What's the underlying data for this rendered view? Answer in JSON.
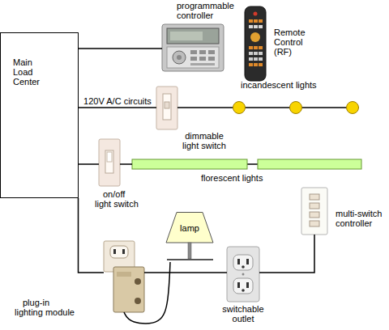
{
  "diagram": {
    "nodes": [
      {
        "text": [
          "Main Load Center"
        ]
      },
      {
        "text": [
          "programmable controller"
        ]
      },
      {
        "text": [
          "Remote Control (RF)"
        ]
      },
      {
        "text": [
          "dimmable light switch"
        ]
      },
      {
        "text": [
          "incandescent lights"
        ]
      },
      {
        "text": [
          "on/off light switch"
        ]
      },
      {
        "text": [
          "florescent lights"
        ]
      },
      {
        "text": [
          "multi-switch controller"
        ]
      },
      {
        "text": [
          "lamp"
        ]
      },
      {
        "text": [
          "switchable outlet"
        ]
      },
      {
        "text": [
          "plug-in lighting module"
        ]
      }
    ],
    "edges": [
      {
        "from": 0,
        "to": 1,
        "arrow": "none"
      },
      {
        "from": 0,
        "to": 3,
        "arrow": "none",
        "label": "120V A/C circuits"
      },
      {
        "from": 3,
        "to": 4,
        "arrow": "none"
      },
      {
        "from": 0,
        "to": 5,
        "arrow": "none"
      },
      {
        "from": 5,
        "to": 6,
        "arrow": "none"
      },
      {
        "from": 0,
        "to": 10,
        "arrow": "none"
      },
      {
        "from": 10,
        "to": 9,
        "arrow": "none"
      },
      {
        "from": 9,
        "to": 7,
        "arrow": "none"
      },
      {
        "from": 8,
        "to": 10,
        "arrow": "none"
      }
    ]
  }
}
